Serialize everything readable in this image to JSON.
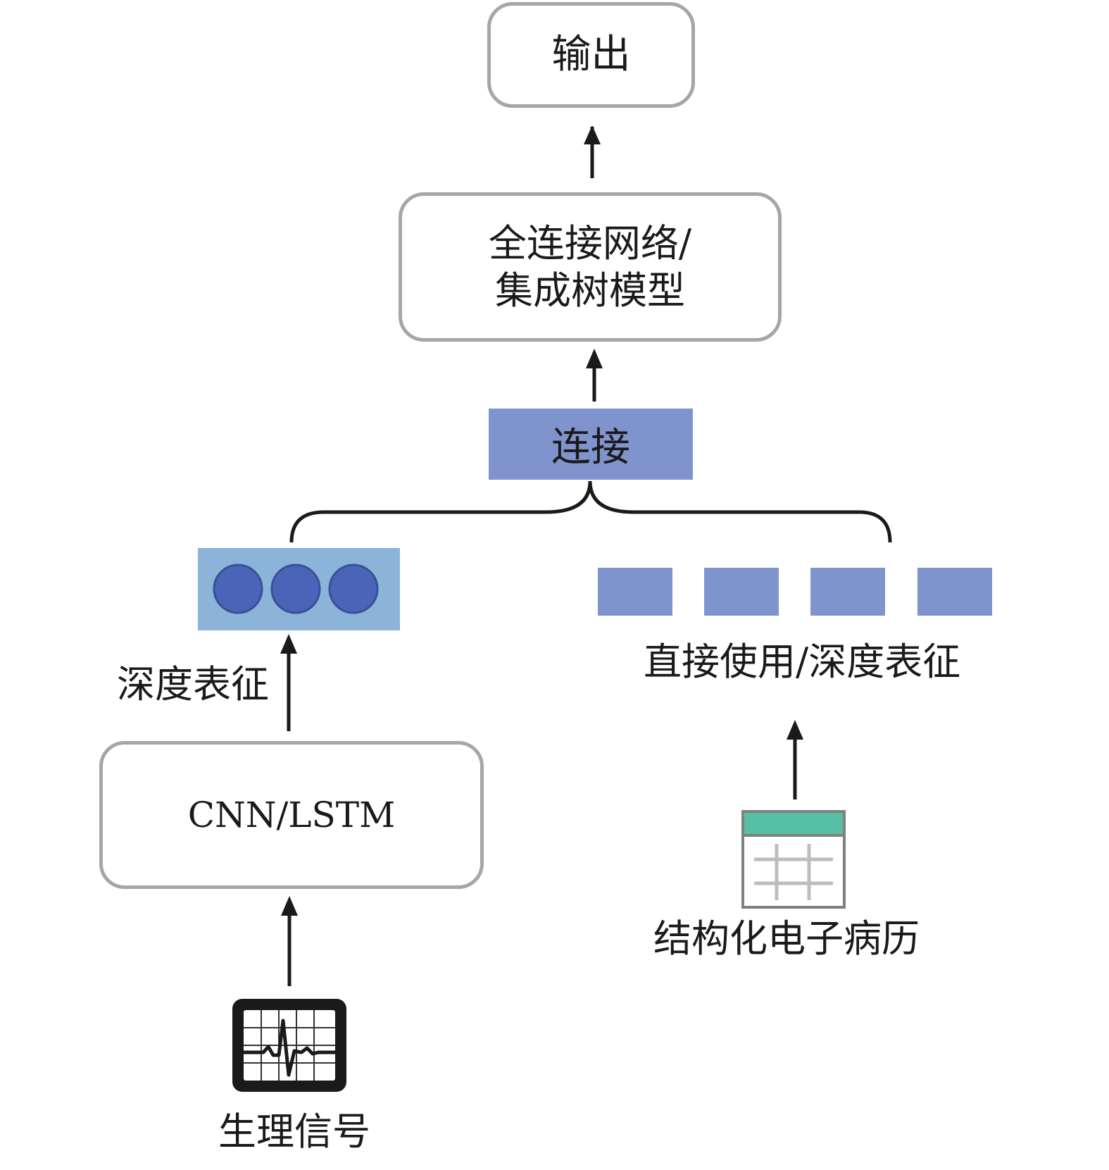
{
  "nodes": {
    "output": "输出",
    "model_line1": "全连接网络/",
    "model_line2": "集成树模型",
    "concat": "连接",
    "deep_representation": "深度表征",
    "direct_or_deep": "直接使用/深度表征",
    "encoder": "CNN/LSTM",
    "physio_signal": "生理信号",
    "structured_emr": "结构化电子病历"
  },
  "icons": {
    "signal_icon": "ecg-monitor-icon",
    "emr_icon": "table-icon"
  },
  "colors": {
    "box_border": "#a6a6a6",
    "concat_fill": "#7f93cd",
    "vector_bg": "#8cb4d9",
    "circle_fill": "#4a64b8",
    "feature_block": "#7f93cd",
    "table_header": "#57bfa6",
    "arrow": "#1a1a1a"
  }
}
